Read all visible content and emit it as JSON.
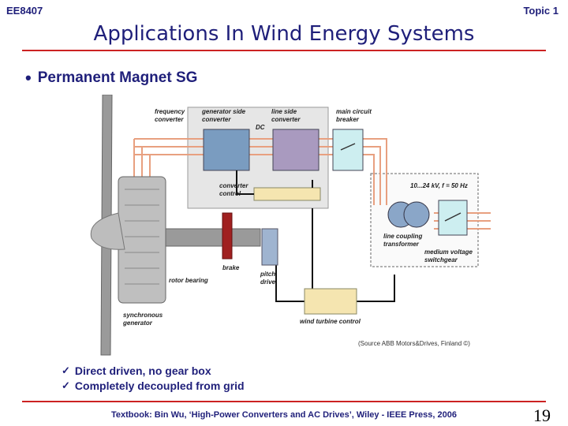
{
  "header": {
    "course": "EE8407",
    "topic": "Topic 1"
  },
  "title": "Applications In Wind Energy Systems",
  "bullet": "Permanent Magnet SG",
  "diagram": {
    "labels": {
      "frequency_converter": [
        "frequency",
        "converter"
      ],
      "generator_side_converter": [
        "generator side",
        "converter"
      ],
      "line_side_converter": [
        "line side",
        "converter"
      ],
      "dc": "DC",
      "main_circuit_breaker": [
        "main circuit",
        "breaker"
      ],
      "converter_control": [
        "converter",
        "control"
      ],
      "voltage_rating": "10...24 kV, f = 50 Hz",
      "line_coupling_transformer": [
        "line coupling",
        "transformer"
      ],
      "medium_voltage_switchgear": [
        "medium voltage",
        "switchgear"
      ],
      "brake": "brake",
      "rotor_bearing": "rotor bearing",
      "pitch_drive": [
        "pitch",
        "drive"
      ],
      "synchronous_generator": [
        "synchronous",
        "generator"
      ],
      "wind_turbine_control": "wind turbine control",
      "source": "(Source ABB Motors&Drives, Finland ©)"
    }
  },
  "checks": [
    "Direct driven, no gear box",
    "Completely decoupled from grid"
  ],
  "footer": {
    "text": "Textbook: Bin Wu, ‘High-Power Converters and AC Drives’, Wiley - IEEE Press, 2006",
    "page": "19"
  }
}
